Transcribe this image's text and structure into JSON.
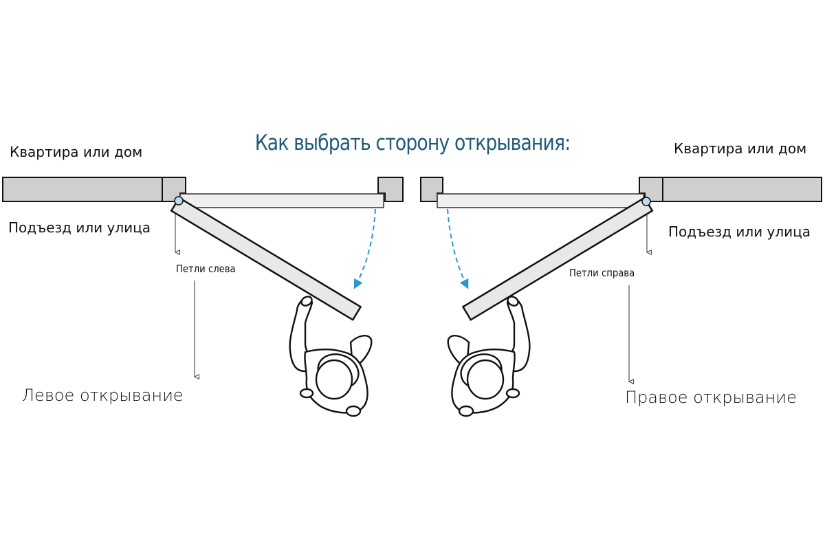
{
  "title": "Как выбрать сторону открывания:",
  "colors": {
    "title": "#1f5a78",
    "wall_fill": "#cfcfcf",
    "door_fill": "#efefef",
    "hinge_fill": "#bcdcf0",
    "swing_arrow": "#2a97cf",
    "outline": "#111111"
  },
  "left": {
    "inside_label": "Квартира или дом",
    "outside_label": "Подъезд или улица",
    "hinge_label": "Петли слева",
    "opening_label": "Левое открывание"
  },
  "right": {
    "inside_label": "Квартира или дом",
    "outside_label": "Подъезд или улица",
    "hinge_label": "Петли справа",
    "opening_label": "Правое открывание"
  },
  "icons": [
    "hinge-icon",
    "swing-arrow-icon",
    "person-topview-icon",
    "pointer-arrow-icon"
  ]
}
